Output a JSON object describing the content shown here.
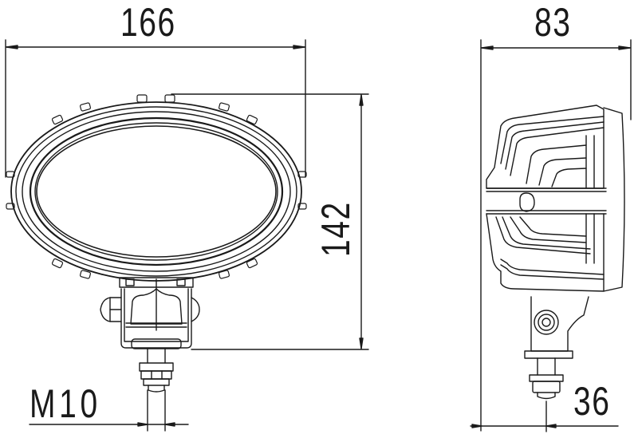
{
  "drawing": {
    "subject": "Oval LED work lamp dimension drawing",
    "views": [
      "front-view",
      "side-view"
    ],
    "line_color": "#1a1a1a",
    "background": "#ffffff"
  },
  "dimensions": {
    "front_width": "166",
    "front_height": "142",
    "thread": "M10",
    "side_depth": "83",
    "side_mount_offset": "36"
  }
}
